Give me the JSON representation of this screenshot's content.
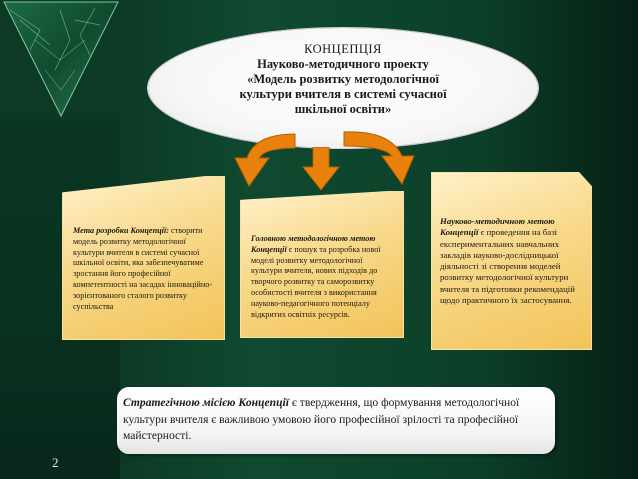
{
  "slide": {
    "page_number": "2"
  },
  "concept": {
    "title": "КОНЦЕПЦІЯ",
    "line2": "Науково-методичного проекту",
    "line3": "«Модель розвитку методологічної",
    "line4": "культури вчителя в системі сучасної",
    "line5": "шкільної освіти»"
  },
  "box_left": {
    "label": "Мета розробки Концепції:",
    "text": " створити модель розвитку методологічної культури вчителя в системі сучасної шкільної освіти, яка забезпечуватиме зростання його професійної компетентності на засадах інноваційно-зорієнтованого сталого розвитку суспільства"
  },
  "box_middle": {
    "label": "Головною методологічною метою Концепції",
    "text": " є пошук та розробка нової моделі розвитку методологічної культури вчителя, нових підходів до творчого розвитку та саморозвитку особистості вчителя з використання науково-педагогічного потенціалу відкритих освітніх ресурсів."
  },
  "box_right": {
    "label": "Науково-методичною метою Концепції",
    "text": " є проведення на базі експериментальних навчальних закладів науково-дослідницької діяльності зі створення моделей розвитку методологічної культури вчителя та підготовки рекомендацій щодо практичного їх застосування."
  },
  "mission": {
    "label": "Стратегічною місією Концепції",
    "text": " є твердження, що формування методологічної культури вчителя є важливою умовою його професійної зрілості та професійної майстерності."
  },
  "colors": {
    "background": "#0f4a30",
    "arrow": "#e8820c",
    "box_fill": "#f8d88a",
    "ellipse": "#ffffff"
  }
}
